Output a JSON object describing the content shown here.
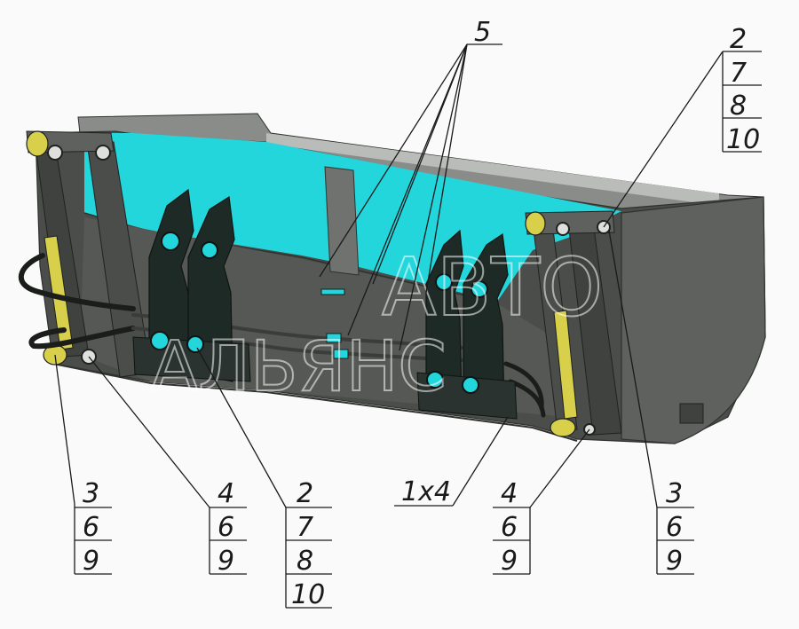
{
  "watermark": {
    "top": "АВТО",
    "bottom": "АЛЬЯНС"
  },
  "callouts": {
    "top_center": [
      "5"
    ],
    "top_right": [
      "2",
      "7",
      "8",
      "10"
    ],
    "bottom_left_outer": [
      "3",
      "6",
      "9"
    ],
    "bottom_left_inner": [
      "4",
      "6",
      "9"
    ],
    "bottom_center": [
      "2",
      "7",
      "8",
      "10"
    ],
    "bottom_mid": [
      "1x4"
    ],
    "bottom_right_inner": [
      "4",
      "6",
      "9"
    ],
    "bottom_right_outer": [
      "3",
      "6",
      "9"
    ]
  },
  "colors": {
    "background": "#fafafa",
    "body": "#4a4d4a",
    "body_dark": "#2f322f",
    "body_light": "#6f726e",
    "cyan": "#22d6dc",
    "bracket": "#1e2a26",
    "cylinder": "#d8cf4a",
    "hose": "#1b1d1b"
  }
}
